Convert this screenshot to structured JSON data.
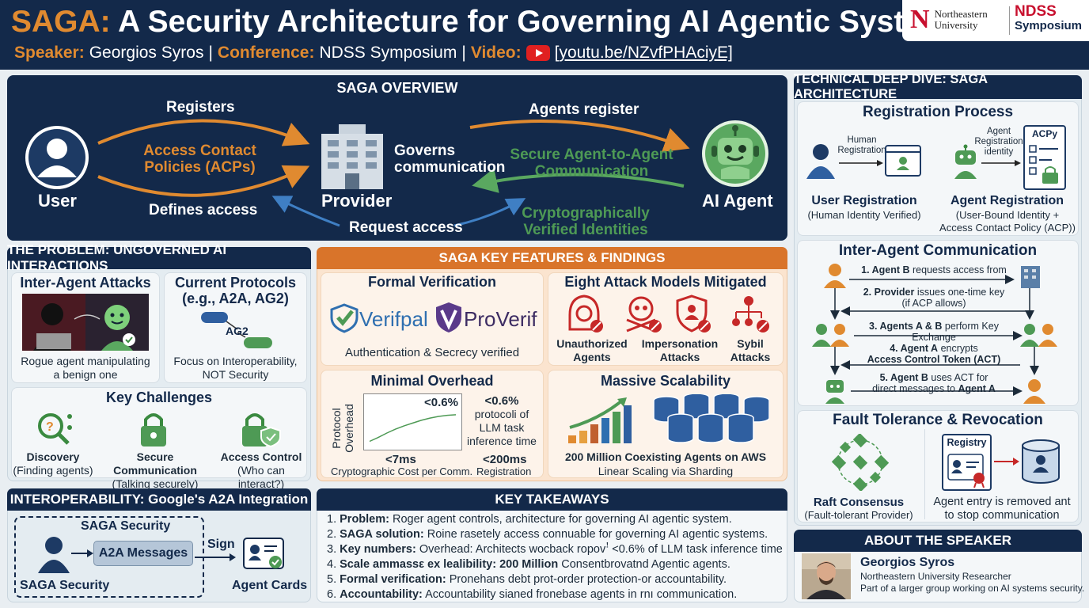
{
  "header": {
    "title_accent": "SAGA:",
    "title_rest": "A Security Architecture for Governing AI Agentic Systems",
    "speaker_label": "Speaker:",
    "speaker": "Georgios Syros",
    "sep1": "|",
    "conference_label": "Conference:",
    "conference": "NDSS Symposium",
    "sep2": "|",
    "video_label": "Video:",
    "video_link": "[youtu.be/NZvfPHAciyE]",
    "logo_neu_letter": "N",
    "logo_neu_l1": "Northeastern",
    "logo_neu_l2": "University",
    "logo_ndss_l1": "NDSS",
    "logo_ndss_l2": "Symposium"
  },
  "overview": {
    "title": "SAGA OVERVIEW",
    "user": "User",
    "provider": "Provider",
    "agent": "AI Agent",
    "registers": "Registers",
    "acp_l1": "Access Contact",
    "acp_l2": "Policies (ACPs)",
    "defines": "Defines access",
    "governs_l1": "Governs",
    "governs_l2": "communication",
    "agents_register": "Agents register",
    "secure_l1": "Secure Agent-to-Agent",
    "secure_l2": "Communication",
    "request": "Request access",
    "crypto_l1": "Cryptographically",
    "crypto_l2": "Verified Identities"
  },
  "problem": {
    "title": "THE PROBLEM: UNGOVERNED AI INTERACTIONS",
    "attacks_title": "Inter-Agent Attacks",
    "attacks_l1": "Rogue agent manipulating",
    "attacks_l2": "a benign one",
    "protocols_l1": "Current Protocols",
    "protocols_l2": "(e.g., A2A, AG2)",
    "ag2": "AG2",
    "protocols_d1": "Focus on Interoperability,",
    "protocols_d2": "NOT Security",
    "challenges_title": "Key Challenges",
    "c1": "Discovery",
    "c1s": "(Finding agents)",
    "c2": "Secure Communication",
    "c2s": "(Talking securely)",
    "c3": "Access Control",
    "c3s": "(Who can interact?)"
  },
  "interop": {
    "title": "INTEROPERABILITY: Google's A2A Integration",
    "saga_security_top": "SAGA Security",
    "messages": "A2A Messages",
    "sign": "Sign",
    "saga_security_bottom": "SAGA Security",
    "cards": "Agent Cards"
  },
  "features": {
    "title": "SAGA KEY FEATURES & FINDINGS",
    "formal_title": "Formal Verification",
    "verifpal": "Verifpal",
    "proverif": "ProVerif",
    "formal_desc": "Authentication & Secrecy verified",
    "eight_title": "Eight Attack Models Mitigated",
    "a1_l1": "Unauthorized",
    "a1_l2": "Agents",
    "a2_l1": "Impersonation",
    "a2_l2": "Attacks",
    "a3_l1": "Sybil",
    "a3_l2": "Attacks",
    "overhead_title": "Minimal Overhead",
    "axis_l1": "Protocol",
    "axis_l2": "Overhead",
    "chart_label": "<0.6%",
    "ov_pct": "<0.6%",
    "ov_d1": "protocoli of",
    "ov_d2": "LLM task",
    "ov_d3": "inference time",
    "ov_7ms": "<7ms",
    "ov_7ms_d": "Cryptographic Cost per Comm.",
    "ov_200ms": "<200ms",
    "ov_200ms_d": "Registration",
    "scal_title": "Massive Scalability",
    "scal_l1": "200 Million Coexisting Agents on AWS",
    "scal_l2": "Linear Scaling via Sharding"
  },
  "takeaways": {
    "title": "KEY TAKEAWAYS",
    "items": [
      {
        "n": "1.",
        "label": "Problem:",
        "text": "Roger agent controls, architecture for governing AI agentic system."
      },
      {
        "n": "2.",
        "label": "SAGA solution:",
        "text": "Roine rasetely access connuable for governing AI agentic systems."
      },
      {
        "n": "3.",
        "label": "Key numbers:",
        "text": "Overhead: Architects wocback ropovꜝ <0.6% of LLM task inference time"
      },
      {
        "n": "4.",
        "label": "Scale ammassε ex lealibility: 200 Million",
        "text": "Consentbrovatnd Agentic agents."
      },
      {
        "n": "5.",
        "label": "Formal verification:",
        "text": "Pronehans debt prot-order protection-or accountability."
      },
      {
        "n": "6.",
        "label": "Accountability:",
        "text": "Accountability sianed fronebase agents in rnı communication."
      }
    ]
  },
  "deep": {
    "title": "TECHNICAL DEEP DIVE: SAGA ARCHITECTURE",
    "reg_title": "Registration Process",
    "human_l1": "Human",
    "human_l2": "Registration",
    "agent_small_l1": "Agent",
    "agent_small_l2": "Registration",
    "agent_small_l3": "identity",
    "acpy": "ACPy",
    "user_reg": "User Registration",
    "user_reg_d": "(Human Identity Verified)",
    "agent_reg": "Agent Registration",
    "agent_reg_d1": "(User-Bound Identity +",
    "agent_reg_d2": "Access Contact Policy (ACP))",
    "inter_title": "Inter-Agent Communication",
    "s1_b": "1. Agent B",
    "s1_t": "requests access from",
    "s2_b": "2. Provider",
    "s2_t": "issues one-time key",
    "s2_t2": "(if ACP allows)",
    "s3_b": "3. Agents A & B",
    "s3_t": "perform Key Exchange",
    "s4_b": "4. Agent A",
    "s4_t": "encrypts",
    "s4_t2": "Access Control Token (ACT)",
    "s5_b": "5. Agent B",
    "s5_t": "uses ACT for",
    "s5_t2": "direct messages to",
    "s5_b2": "Agent A",
    "fault_title": "Fault Tolerance & Revocation",
    "raft": "Raft Consensus",
    "raft_d": "(Fault-tolerant Provider)",
    "registry": "Registry",
    "rev_l1": "Agent entry is removed ant",
    "rev_l2": "to stop communication"
  },
  "speaker": {
    "title": "ABOUT THE SPEAKER",
    "name": "Georgios Syros",
    "role": "Northeastern University Researcher",
    "desc": "Part of a larger group working on AI systems security."
  },
  "chart_data": {
    "type": "line",
    "x": [
      0,
      1,
      2,
      3,
      4,
      5,
      6,
      7,
      8,
      9,
      10
    ],
    "values": [
      0.05,
      0.12,
      0.2,
      0.27,
      0.33,
      0.38,
      0.43,
      0.47,
      0.5,
      0.52,
      0.53
    ],
    "ylabel": "Protocol Overhead",
    "annotation": "<0.6%"
  },
  "colors": {
    "navy": "#13294a",
    "orange": "#e08a30",
    "green": "#4e9a55",
    "blue": "#2f6fb0"
  }
}
